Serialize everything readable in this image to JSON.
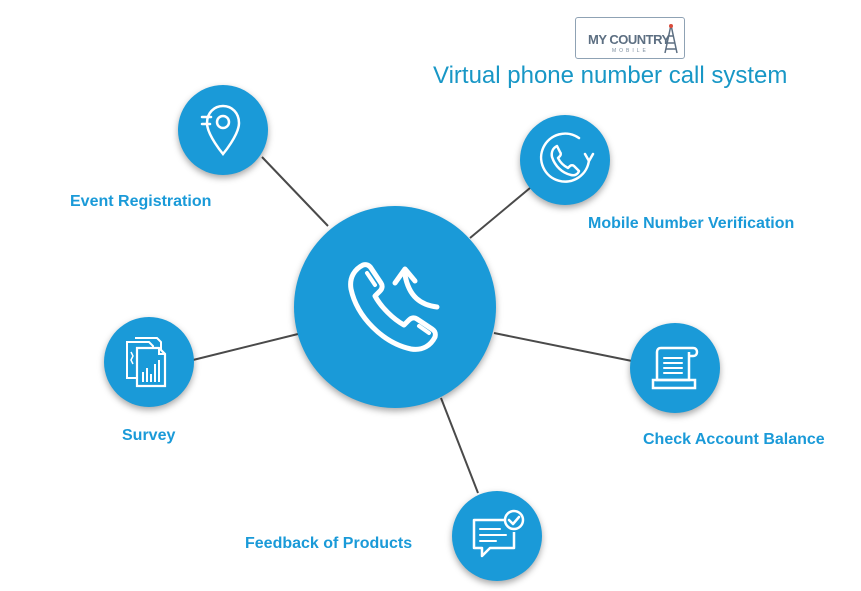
{
  "logo": {
    "text": "MY COUNTRY",
    "subtext": "MOBILE"
  },
  "title": "Virtual phone number call system",
  "center": {
    "icon": "outgoing-call-icon"
  },
  "nodes": [
    {
      "id": "event-registration",
      "label": "Event Registration",
      "icon": "location-pin-icon"
    },
    {
      "id": "mobile-number-verification",
      "label": "Mobile Number Verification",
      "icon": "phone-refresh-icon"
    },
    {
      "id": "check-account-balance",
      "label": "Check Account Balance",
      "icon": "receipt-icon"
    },
    {
      "id": "feedback-of-products",
      "label": "Feedback of Products",
      "icon": "chat-check-icon"
    },
    {
      "id": "survey",
      "label": "Survey",
      "icon": "report-documents-icon"
    }
  ],
  "colors": {
    "accent": "#1a9ad8",
    "title": "#1897c6",
    "connector": "#4a4a4a"
  }
}
